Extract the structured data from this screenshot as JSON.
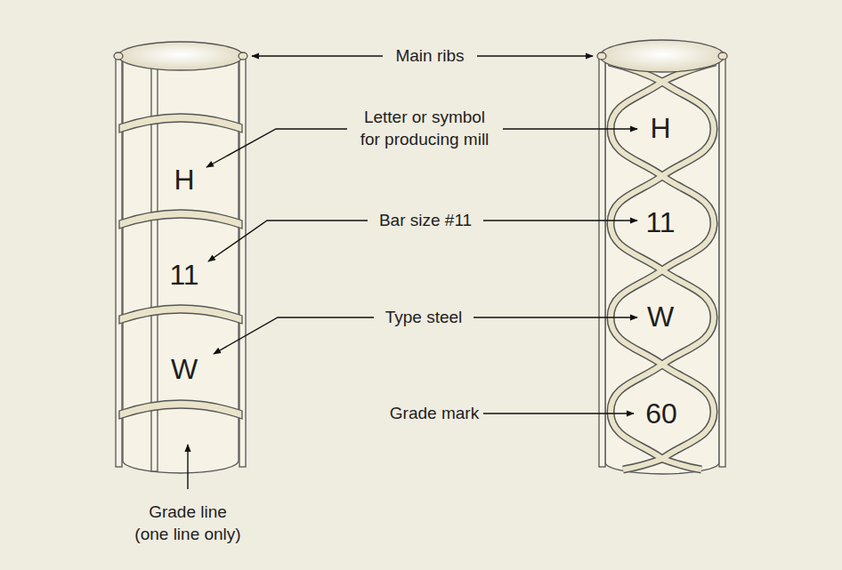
{
  "diagram": {
    "labels": [
      "Main ribs",
      "Letter or symbol for producing mill",
      "Bar size #11",
      "Type steel",
      "Grade mark",
      "Grade line (one line only)",
      "H",
      "11",
      "W",
      "H",
      "11",
      "W",
      "60"
    ]
  }
}
